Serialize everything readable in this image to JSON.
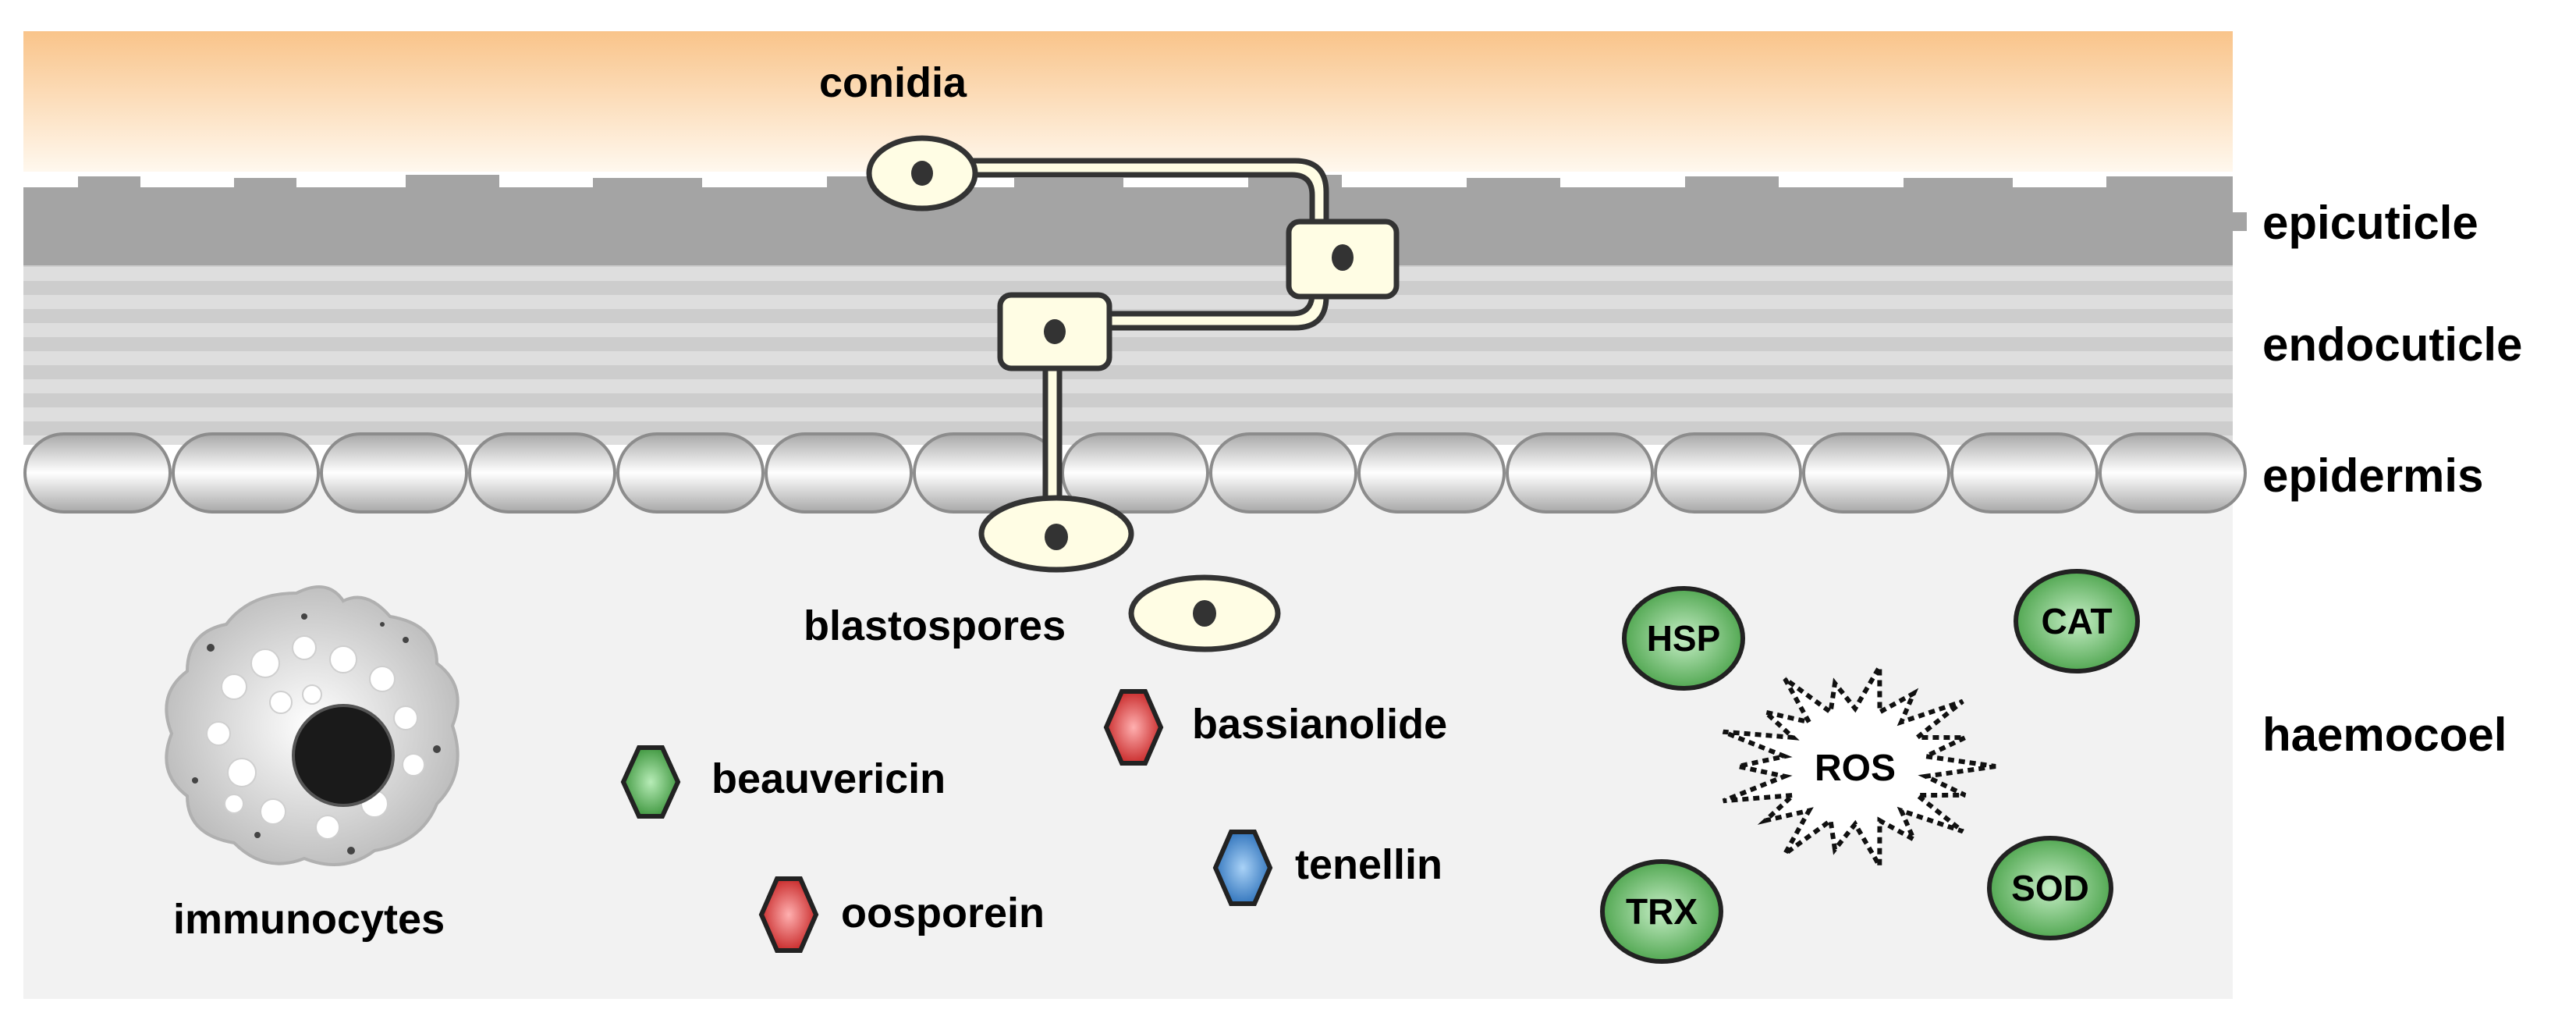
{
  "layers": {
    "epicuticle": "epicuticle",
    "endocuticle": "endocuticle",
    "epidermis": "epidermis",
    "haemocoel": "haemocoel"
  },
  "fungus": {
    "conidia": "conidia",
    "blastospores": "blastospores"
  },
  "host": {
    "immunocytes": "immunocytes"
  },
  "metabolites": [
    {
      "name": "beauvericin",
      "color": "#3fa63f"
    },
    {
      "name": "bassianolide",
      "color": "#d42424"
    },
    {
      "name": "oosporein",
      "color": "#d42424"
    },
    {
      "name": "tenellin",
      "color": "#2f7fcf"
    }
  ],
  "enzymes": [
    "HSP",
    "CAT",
    "TRX",
    "SOD"
  ],
  "ros": "ROS",
  "colors": {
    "cuticle_gradient_top": "#f9c98f",
    "epicuticle": "#a4a4a4",
    "endocuticle": "#c8c8c8",
    "haemocoel": "#f2f2f2",
    "fungal_cell": "#fffde4",
    "enzyme_fill": "#5fb85f"
  }
}
